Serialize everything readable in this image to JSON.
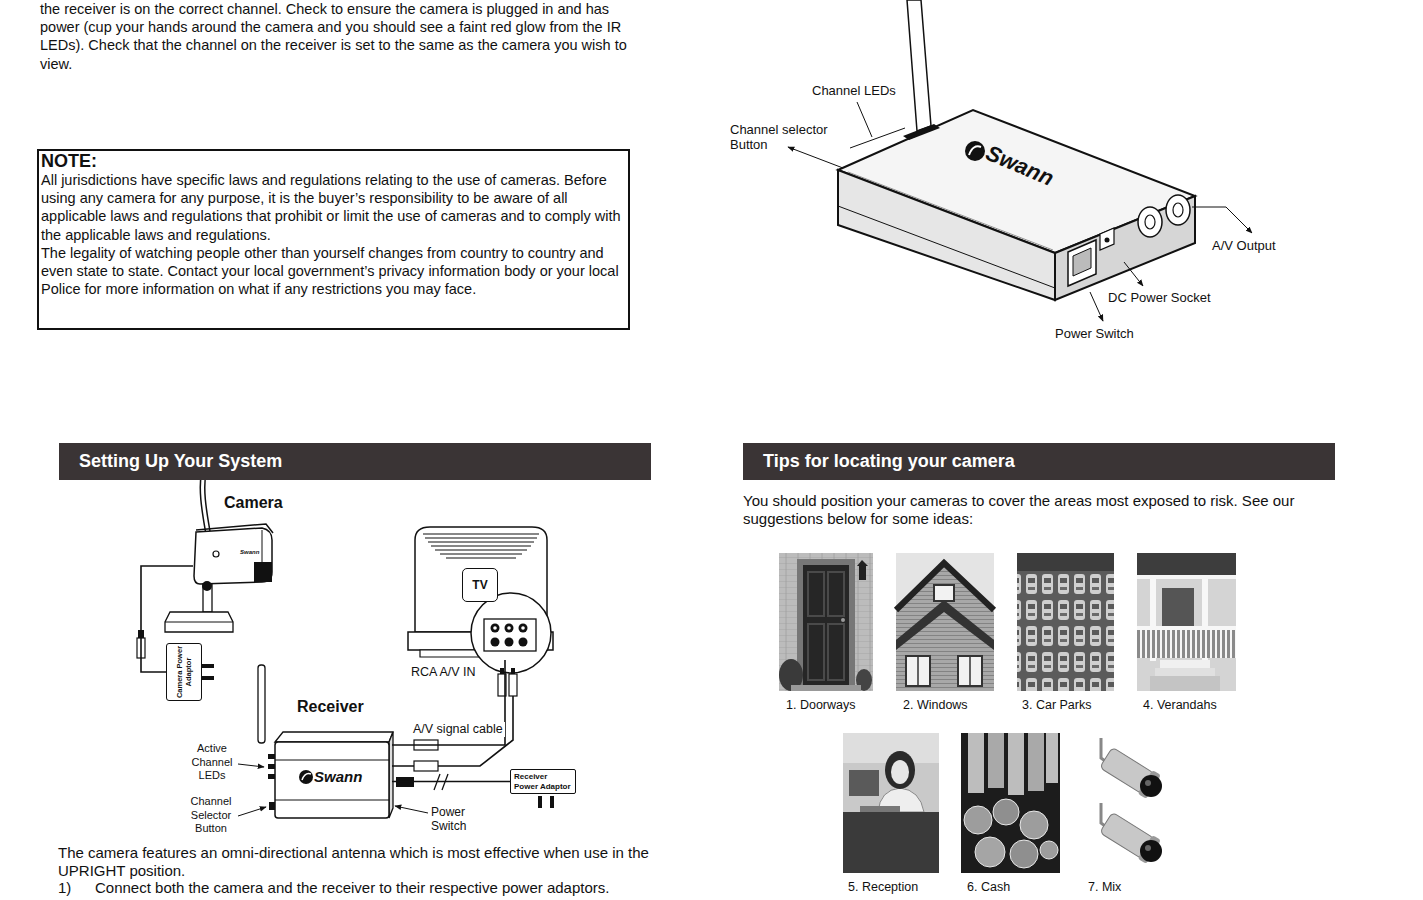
{
  "diagram": {
    "nodes": [
      {
        "text": [
          "NOTE:",
          "All jurisdictions have specific laws and regulations relating to the use of cameras. Before using any camera for any purpose, it is the buyer’s responsibility to be aware of all applicable laws and regulations that prohibit or limit the use of cameras and to comply with the applicable laws and regulations.",
          "The legality of watching people other than yourself changes from country to country and even state to state. Contact your local government’s privacy information body or your local Police for more information on what if any restrictions you may face."
        ]
      },
      {
        "text": [
          "Setting Up Your System"
        ]
      },
      {
        "text": [
          "Camera",
          "Swann"
        ]
      },
      {
        "text": [
          "Camera Power Adaptor"
        ]
      },
      {
        "text": [
          "TV"
        ]
      },
      {
        "text": [
          "Receiver",
          "Swann"
        ]
      },
      {
        "text": [
          "Receiver Power Adaptor"
        ]
      },
      {
        "text": [
          "Tips for locating your camera"
        ]
      }
    ],
    "edges": [
      {
        "from": 2,
        "to": 3,
        "arrow": "none"
      },
      {
        "from": 5,
        "to": 4,
        "label": "A/V signal cable",
        "arrow": "none"
      },
      {
        "from": 5,
        "to": 6,
        "arrow": "none"
      }
    ],
    "labels": [
      "the receiver is on the correct channel. Check to ensure the camera is plugged in and has power (cup your hands around the camera and you should see a faint red glow from the IR LEDs). Check that the channel on the receiver is set to the same as the camera you wish to view.",
      "Channel LEDs",
      "Channel selector Button",
      "Swann",
      "A/V Output",
      "DC Power Socket",
      "Power Switch",
      "RCA A/V IN",
      "Active Channel LEDs",
      "Channel Selector Button",
      "Power Switch",
      "The camera features an omni-directional antenna which is most effective when use in the UPRIGHT position.",
      "1)",
      "Connect both the camera and the receiver to their respective power adaptors.",
      "You should position your cameras to cover the areas most exposed to risk. See our suggestions below for some ideas:",
      "1. Doorways",
      "2. Windows",
      "3. Car Parks",
      "4. Verandahs",
      "5. Reception",
      "6. Cash",
      "7. Mix"
    ]
  }
}
